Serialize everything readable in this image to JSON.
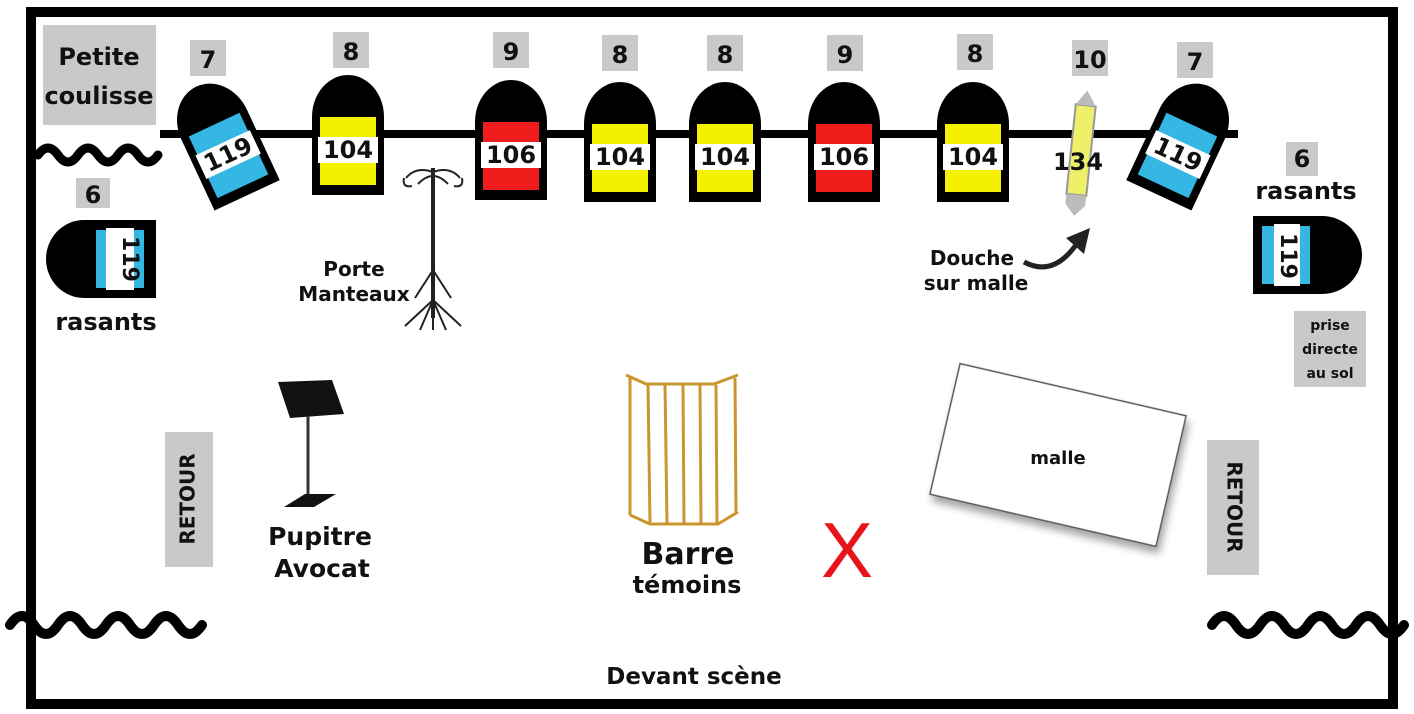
{
  "labels": {
    "petite_coulisse_line1": "Petite",
    "petite_coulisse_line2": "coulisse",
    "rasants_left_count": "6",
    "rasants_left_label": "rasants",
    "rasants_right_count": "6",
    "rasants_right_label": "rasants",
    "porte_manteaux_line1": "Porte",
    "porte_manteaux_line2": "Manteaux",
    "douche_line1": "Douche",
    "douche_line2": "sur malle",
    "prise_line1": "prise",
    "prise_line2": "directe",
    "prise_line3": "au sol",
    "retour_left": "RETOUR",
    "retour_right": "RETOUR",
    "malle": "malle",
    "pupitre_line1": "Pupitre",
    "pupitre_line2": "Avocat",
    "barre_line1": "Barre",
    "barre_line2": "témoins",
    "devant_scene": "Devant scène",
    "mark": "X"
  },
  "projectors": [
    {
      "id": "p1",
      "number": "7",
      "gel": "119",
      "gel_color": "#35b7e3"
    },
    {
      "id": "p2",
      "number": "8",
      "gel": "104",
      "gel_color": "#f5ef00"
    },
    {
      "id": "p3",
      "number": "9",
      "gel": "106",
      "gel_color": "#ef1c1c"
    },
    {
      "id": "p4",
      "number": "8",
      "gel": "104",
      "gel_color": "#f5ef00"
    },
    {
      "id": "p5",
      "number": "8",
      "gel": "104",
      "gel_color": "#f5ef00"
    },
    {
      "id": "p6",
      "number": "9",
      "gel": "106",
      "gel_color": "#ef1c1c"
    },
    {
      "id": "p7",
      "number": "8",
      "gel": "104",
      "gel_color": "#f5ef00"
    },
    {
      "id": "p8",
      "number": "10",
      "gel": "134",
      "gel_color": "#f1f48a"
    },
    {
      "id": "p9",
      "number": "7",
      "gel": "119",
      "gel_color": "#35b7e3"
    }
  ],
  "side_projectors": [
    {
      "id": "left",
      "gel": "119",
      "gel_color": "#35b7e3"
    },
    {
      "id": "right",
      "gel": "119",
      "gel_color": "#35b7e3"
    }
  ],
  "colors": {
    "frame": "#000000",
    "label_box": "#c9c9c9",
    "mark": "#e8141c",
    "barre": "#c9962e"
  }
}
